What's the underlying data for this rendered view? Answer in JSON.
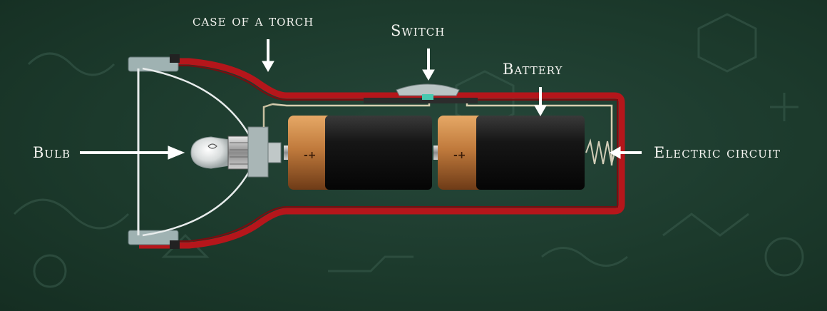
{
  "labels": {
    "case": "case of a torch",
    "switch": "Switch",
    "battery": "Battery",
    "bulb": "Bulb",
    "circuit": "Electric circuit"
  },
  "battery_markings": {
    "left": "-+",
    "right": "-+"
  },
  "colors": {
    "background": "#1d3a2c",
    "case": "#b5161b",
    "battery_copper": "#c07a3c",
    "battery_black": "#161616",
    "label_text": "#f4f4f0",
    "reflector": "#e8ecec"
  }
}
